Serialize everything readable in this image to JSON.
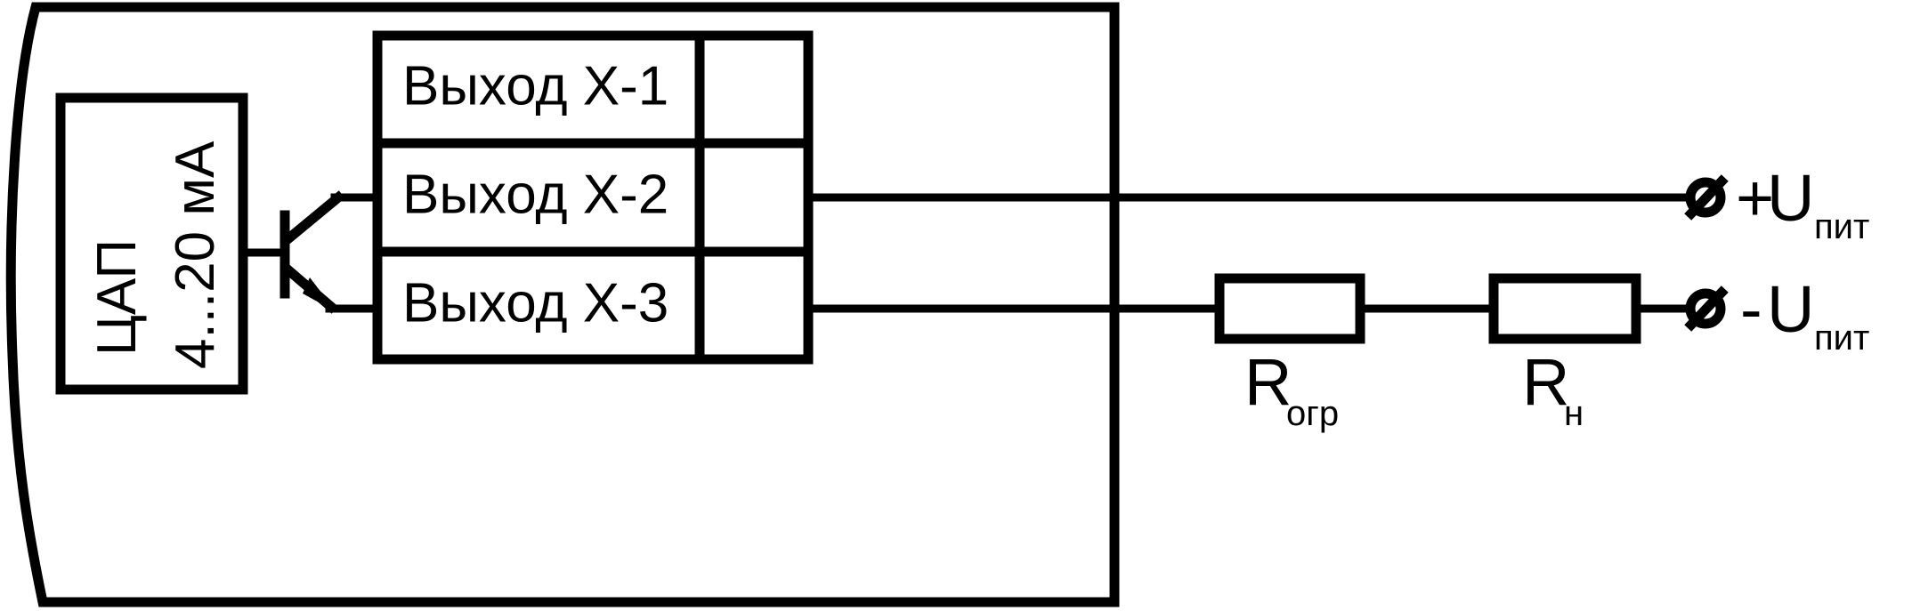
{
  "diagram": {
    "title": "Schematic: DAC 4...20 mA current output connection",
    "colors": {
      "line": "#000000",
      "background": "#ffffff"
    },
    "device_enclosure": {
      "name": "device-enclosure",
      "edge_style": "torn-left-edge"
    },
    "dac_block": {
      "line1": "ЦАП",
      "line2": "4...20 мА",
      "orientation": "rotated-90-ccw"
    },
    "transistor": {
      "type": "bipolar-pnp-emitter-arrow",
      "label": ""
    },
    "terminal_table": {
      "rows": [
        {
          "label": "Выход Х-1",
          "connected": false
        },
        {
          "label": "Выход Х-2",
          "connected": true
        },
        {
          "label": "Выход Х-3",
          "connected": true
        }
      ],
      "columns": 2
    },
    "resistors": [
      {
        "symbol": "R",
        "subscript": "огр",
        "name": "current-limiting-resistor"
      },
      {
        "symbol": "R",
        "subscript": "н",
        "name": "load-resistor"
      }
    ],
    "supply_terminals": [
      {
        "sign": "+",
        "symbol": "U",
        "subscript": "пит",
        "marker": "ø",
        "name": "positive-supply-terminal"
      },
      {
        "sign": "-",
        "symbol": "U",
        "subscript": "пит",
        "marker": "ø",
        "name": "negative-supply-terminal"
      }
    ]
  }
}
